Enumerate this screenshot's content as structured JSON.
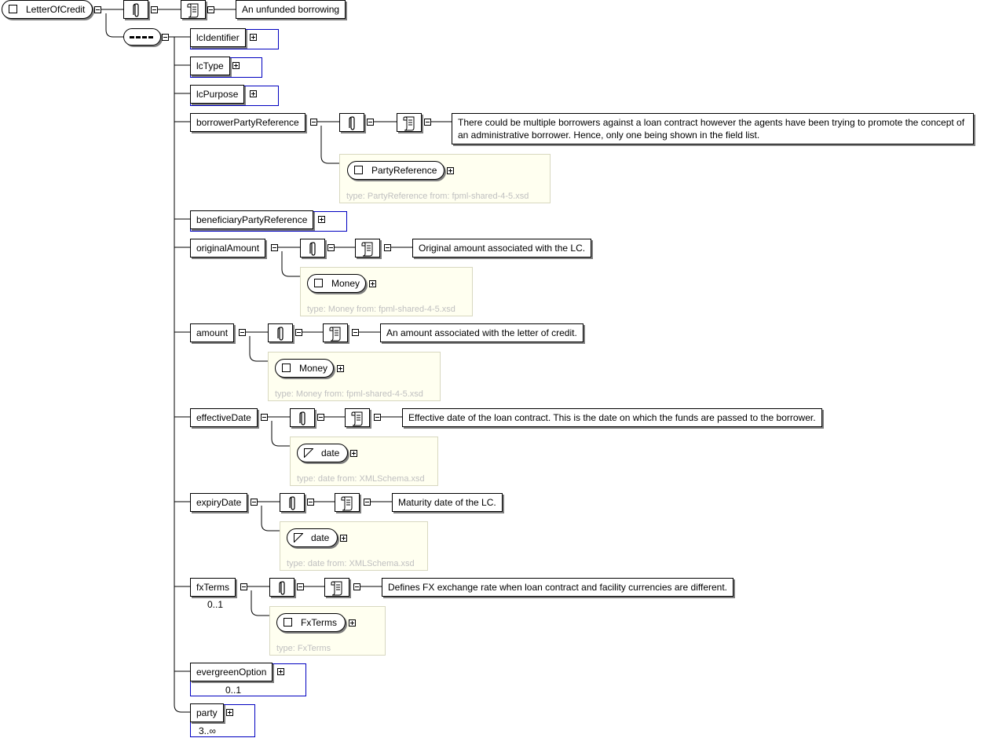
{
  "root": {
    "name": "LetterOfCredit",
    "doc": "An unfunded borrowing"
  },
  "children": {
    "lcIdentifier": "lcIdentifier",
    "lcType": "lcType",
    "lcPurpose": "lcPurpose",
    "borrowerPartyReference": {
      "name": "borrowerPartyReference",
      "doc": "There could be multiple borrowers against a loan contract however the agents have been trying to promote the concept of an administrative borrower. Hence, only one being shown in the field list.",
      "type_name": "PartyReference",
      "type_info": "type: PartyReference from: fpml-shared-4-5.xsd"
    },
    "beneficiaryPartyReference": "beneficiaryPartyReference",
    "originalAmount": {
      "name": "originalAmount",
      "doc": "Original amount associated with the LC.",
      "type_name": "Money",
      "type_info": "type: Money from: fpml-shared-4-5.xsd"
    },
    "amount": {
      "name": "amount",
      "doc": "An amount associated with the letter of credit.",
      "type_name": "Money",
      "type_info": "type: Money from: fpml-shared-4-5.xsd"
    },
    "effectiveDate": {
      "name": "effectiveDate",
      "doc": "Effective date of the loan contract. This is the date on which the funds are passed to the borrower.",
      "type_name": "date",
      "type_info": "type: date from: XMLSchema.xsd"
    },
    "expiryDate": {
      "name": "expiryDate",
      "doc": "Maturity date of the LC.",
      "type_name": "date",
      "type_info": "type: date from: XMLSchema.xsd"
    },
    "fxTerms": {
      "name": "fxTerms",
      "cardinality": "0..1",
      "doc": "Defines FX exchange rate when loan contract and facility currencies are different.",
      "type_name": "FxTerms",
      "type_info": "type: FxTerms"
    },
    "evergreenOption": {
      "name": "evergreenOption",
      "cardinality": "0..1"
    },
    "party": {
      "name": "party",
      "cardinality": "3..∞"
    }
  }
}
